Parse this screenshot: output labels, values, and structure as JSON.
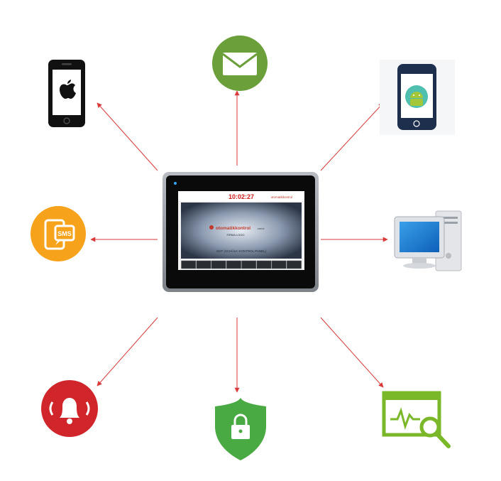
{
  "center_device": {
    "clock": "10:02:27",
    "brand": "otomatikkontrol",
    "brand_suffix": ".com.tr",
    "logo_caption": "FİRMA LOGO",
    "panel_label": "SCP (SCHÜLK KONTROL PANEL)",
    "button_count": 8
  },
  "peripherals": [
    {
      "name": "ios-phone",
      "icon": "apple-phone-icon"
    },
    {
      "name": "email",
      "icon": "envelope-icon",
      "color": "#6a9f3a"
    },
    {
      "name": "android-phone",
      "icon": "android-phone-icon"
    },
    {
      "name": "sms",
      "icon": "sms-icon",
      "label": "SMS",
      "color": "#f7a21b"
    },
    {
      "name": "computer",
      "icon": "desktop-computer-icon"
    },
    {
      "name": "alarm",
      "icon": "alarm-bell-icon",
      "color": "#d0262b"
    },
    {
      "name": "security",
      "icon": "security-lock-icon",
      "color": "#49a942"
    },
    {
      "name": "monitoring",
      "icon": "monitoring-chart-icon",
      "color": "#7ab82a"
    }
  ],
  "connector_color": "#d93a3a"
}
